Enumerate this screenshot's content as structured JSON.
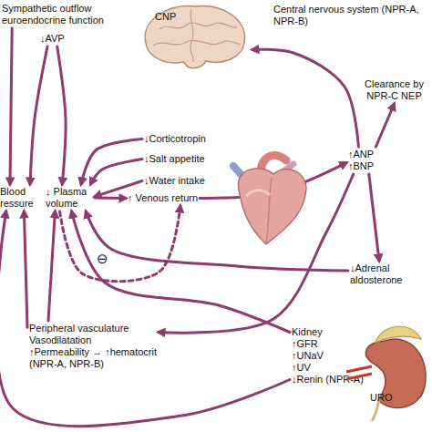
{
  "diagram": {
    "nodes": [
      {
        "text": [
          "Sympathetic outflow",
          "euroendocrine function"
        ]
      },
      {
        "text": [
          "↓AVP"
        ]
      },
      {
        "text": [
          "CNP",
          "Central nervous system (NPR-A, NPR-B)"
        ]
      },
      {
        "text": [
          "↓Corticotropin"
        ]
      },
      {
        "text": [
          "↓Salt appetite"
        ]
      },
      {
        "text": [
          "↓Water intake"
        ]
      },
      {
        "text": [
          "Blood ressure"
        ]
      },
      {
        "text": [
          "↓ Plasma volume"
        ]
      },
      {
        "text": [
          "↑ Venous return"
        ]
      },
      {
        "text": [
          "Clearance by NPR-C NEP"
        ]
      },
      {
        "text": [
          "↑ANP ↑BNP"
        ]
      },
      {
        "text": [
          "↓Adrenal aldosterone"
        ]
      },
      {
        "text": [
          "Peripheral vasculature",
          "Vasodilatation",
          "↑Permeability → ↑hematocrit",
          "(NPR-A, NPR-B)"
        ]
      },
      {
        "text": [
          "Kidney",
          "↑GFR",
          "↑UNaV",
          "↑UV",
          "↓Renin (NPR-A)"
        ]
      },
      {
        "text": [
          "URO"
        ]
      }
    ],
    "edges": [
      {
        "from": 0,
        "to": 6,
        "arrow": "to"
      },
      {
        "from": 1,
        "to": 6,
        "arrow": "to"
      },
      {
        "from": 1,
        "to": 7,
        "arrow": "to"
      },
      {
        "from": 3,
        "to": 7,
        "arrow": "to"
      },
      {
        "from": 4,
        "to": 7,
        "arrow": "to"
      },
      {
        "from": 5,
        "to": 7,
        "arrow": "to"
      },
      {
        "from": 7,
        "to": 8,
        "arrow": "to"
      },
      {
        "from": 7,
        "to": 8,
        "label": "⊖",
        "arrow": "to"
      },
      {
        "from": 8,
        "to": 10,
        "arrow": "to"
      },
      {
        "from": 10,
        "to": 2,
        "arrow": "to"
      },
      {
        "from": 10,
        "to": 9,
        "arrow": "to"
      },
      {
        "from": 10,
        "to": 11,
        "arrow": "to"
      },
      {
        "from": 10,
        "to": 12,
        "arrow": "to"
      },
      {
        "from": 11,
        "to": 7,
        "arrow": "to"
      },
      {
        "from": 12,
        "to": 6,
        "arrow": "to"
      },
      {
        "from": 12,
        "to": 7,
        "arrow": "to"
      },
      {
        "from": 13,
        "to": 7,
        "arrow": "to"
      },
      {
        "from": 13,
        "to": 6,
        "arrow": "to"
      }
    ]
  }
}
